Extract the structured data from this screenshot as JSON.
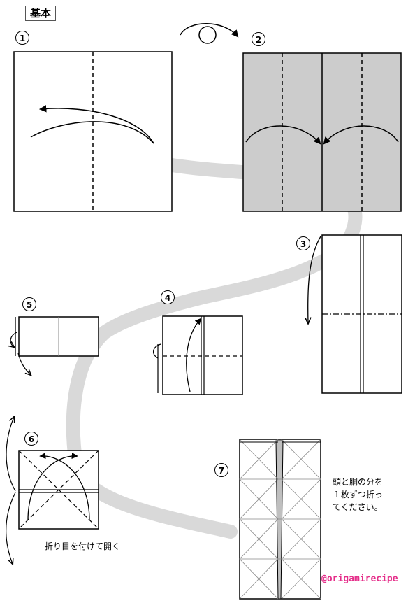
{
  "title": "基本",
  "steps": [
    {
      "num": "1"
    },
    {
      "num": "2"
    },
    {
      "num": "3"
    },
    {
      "num": "4"
    },
    {
      "num": "5"
    },
    {
      "num": "6"
    },
    {
      "num": "7"
    }
  ],
  "notes": {
    "crease_open": "折り目を付けて開く",
    "fold_instruction": [
      "頭と胴の分を",
      "１枚ずつ折っ",
      "てください。"
    ]
  },
  "watermark": "@origamirecipe",
  "colors": {
    "paper_back": "#cccccc",
    "path": "#d9d9d9",
    "line": "#000000",
    "watermark": "#e52e8a"
  }
}
